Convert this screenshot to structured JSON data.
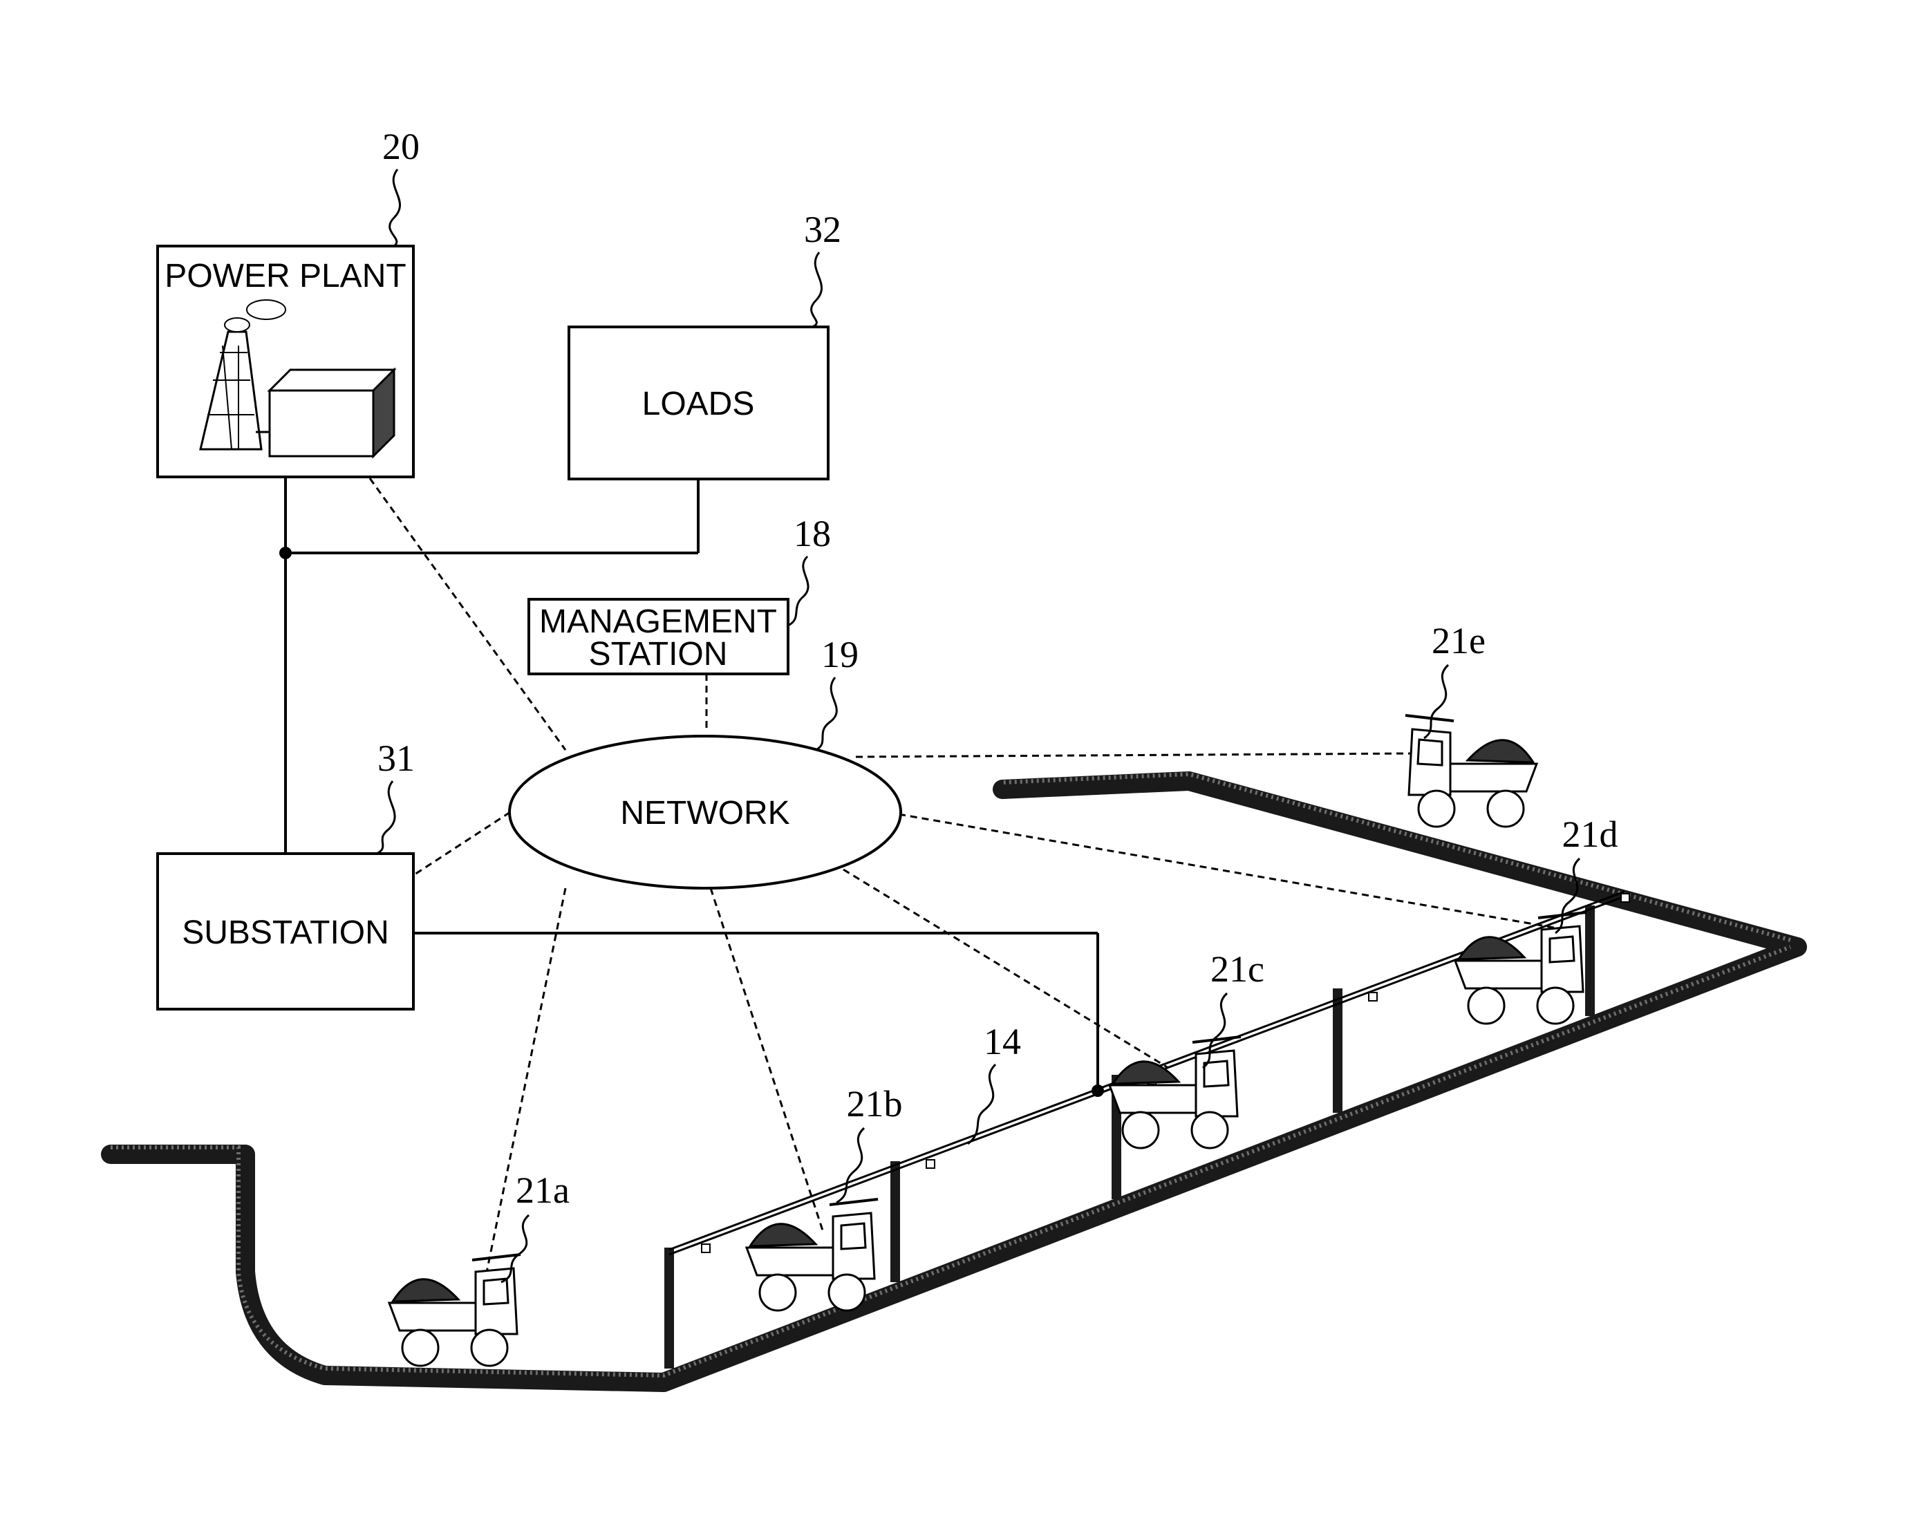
{
  "boxes": {
    "power_plant": "POWER PLANT",
    "loads": "LOADS",
    "management_station_line1": "MANAGEMENT",
    "management_station_line2": "STATION",
    "network": "NETWORK",
    "substation": "SUBSTATION"
  },
  "refs": {
    "power_plant": "20",
    "loads": "32",
    "management_station": "18",
    "network": "19",
    "substation": "31",
    "trolley_line": "14",
    "truck_a": "21a",
    "truck_b": "21b",
    "truck_c": "21c",
    "truck_d": "21d",
    "truck_e": "21e"
  },
  "colors": {
    "line": "#000000",
    "road": "#1a1a1a",
    "background": "#ffffff"
  }
}
